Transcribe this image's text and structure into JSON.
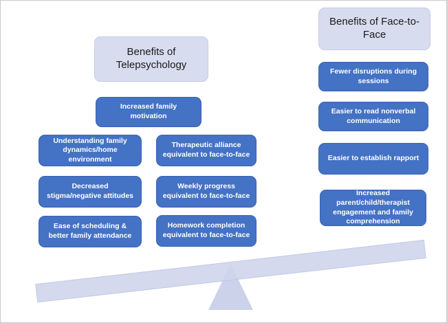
{
  "diagram": {
    "type": "balance-seesaw-comparison",
    "tilt": "left-side-down",
    "left": {
      "header": "Benefits of Telepsychology",
      "boxes": [
        "Increased family motivation",
        "Understanding family dynamics/home environment",
        "Decreased stigma/negative attitudes",
        "Ease of scheduling & better family attendance",
        "Therapeutic alliance equivalent to face-to-face",
        "Weekly progress equivalent to face-to-face",
        "Homework completion equivalent to face-to-face"
      ]
    },
    "right": {
      "header": "Benefits of Face-to-Face",
      "boxes": [
        "Fewer disruptions during sessions",
        "Easier to read nonverbal communication",
        "Easier to establish rapport",
        "Increased parent/child/therapist engagement and family comprehension"
      ]
    },
    "colors": {
      "benefit_box_fill": "#4472C4",
      "benefit_box_border": "#3A62B0",
      "benefit_text": "#FFFFFF",
      "header_box_fill": "#D8DCEF",
      "header_box_border": "#C5CCE8",
      "header_text": "#1A1A1A",
      "beam_fill": "#CED4EC",
      "fulcrum_fill": "#CBD2E9",
      "background": "#FFFFFF"
    }
  }
}
